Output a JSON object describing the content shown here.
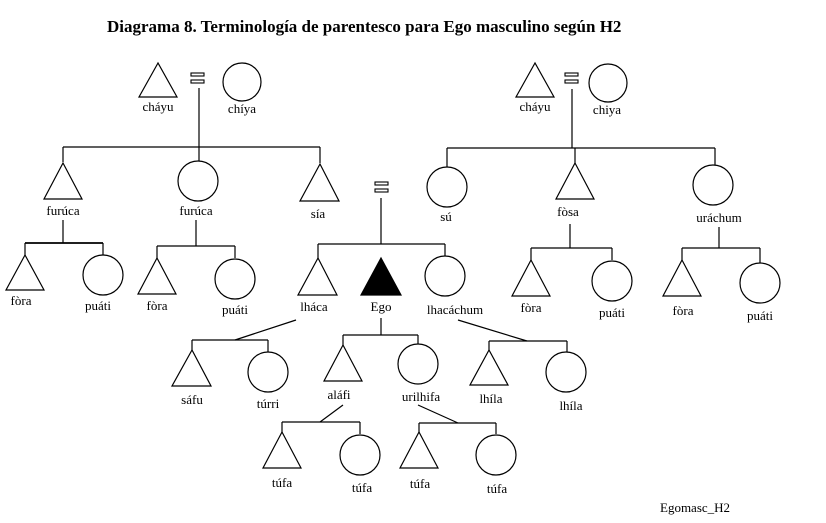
{
  "title": "Diagrama 8. Terminología de parentesco para Ego masculino según H2",
  "code": "Egomasc_H2",
  "colors": {
    "ink": "#000000",
    "ego_fill": "#000000",
    "background": "#ffffff"
  },
  "nodes": {
    "pgf": "cháyu",
    "pgm": "chíya",
    "mgf": "cháyu",
    "mgm": "chiya",
    "fb1": "furúca",
    "fz": "furúca",
    "fb2": "sía",
    "mz": "sú",
    "mb": "fòsa",
    "mz2": "uráchum",
    "fb1_s": "fòra",
    "fb1_d": "puáti",
    "fz_s": "fòra",
    "fz_d": "puáti",
    "mb_s": "fòra",
    "mb_d": "puáti",
    "mz2_s": "fòra",
    "mz2_d": "puáti",
    "brother": "lháca",
    "ego": "Ego",
    "sister": "lhacáchum",
    "b_s": "sáfu",
    "b_d": "túrri",
    "son": "aláfi",
    "daughter": "urilhifa",
    "z_s": "lhíla",
    "z_d": "lhíla",
    "son_s": "túfa",
    "son_d": "túfa",
    "dau_s": "túfa",
    "dau_d": "túfa"
  }
}
